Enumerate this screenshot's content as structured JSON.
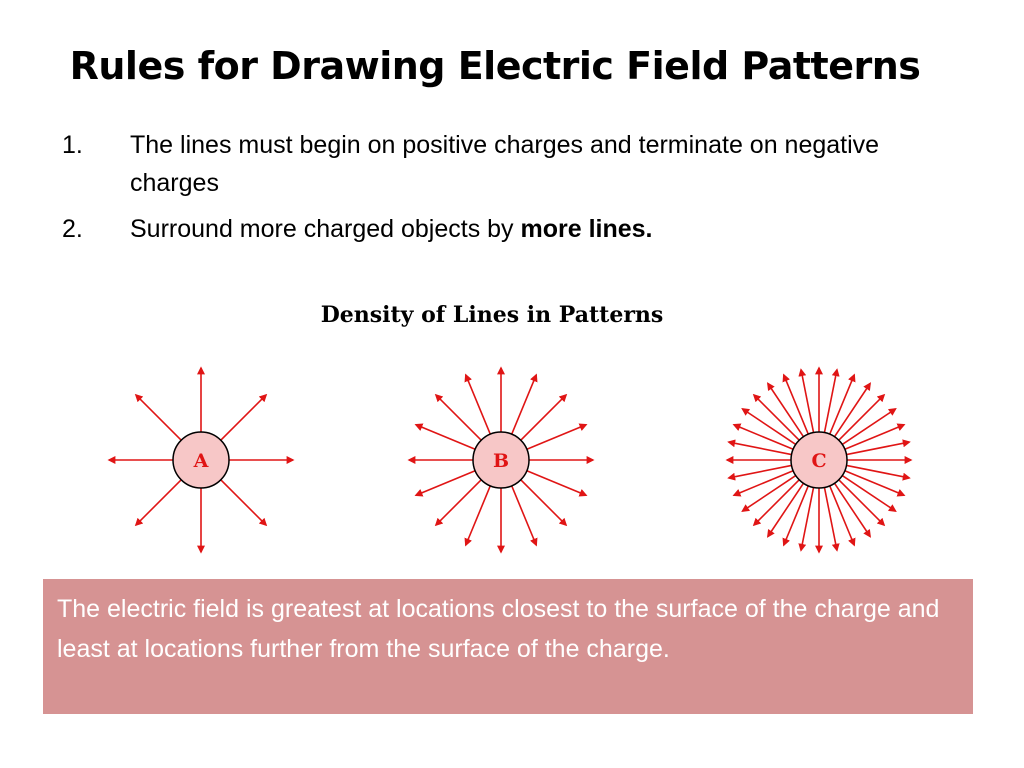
{
  "slide": {
    "title": "Rules for Drawing Electric Field Patterns",
    "rules": [
      {
        "number": "1.",
        "text": "The lines must begin on positive charges and terminate on negative charges"
      },
      {
        "number": "2.",
        "text_plain": "Surround more charged objects by ",
        "text_bold": "more lines."
      }
    ]
  },
  "figure": {
    "title": "Density of Lines in Patterns",
    "colors": {
      "line": "#e01515",
      "charge_fill": "#f7c7c7",
      "charge_stroke": "#000000"
    },
    "charges": [
      {
        "label": "A",
        "line_count": 8
      },
      {
        "label": "B",
        "line_count": 16
      },
      {
        "label": "C",
        "line_count": 32
      }
    ]
  },
  "callout": {
    "text": "The electric field is greatest at locations closest to the surface of the charge and least at locations further from the surface of the charge.",
    "background": "#d69393"
  }
}
